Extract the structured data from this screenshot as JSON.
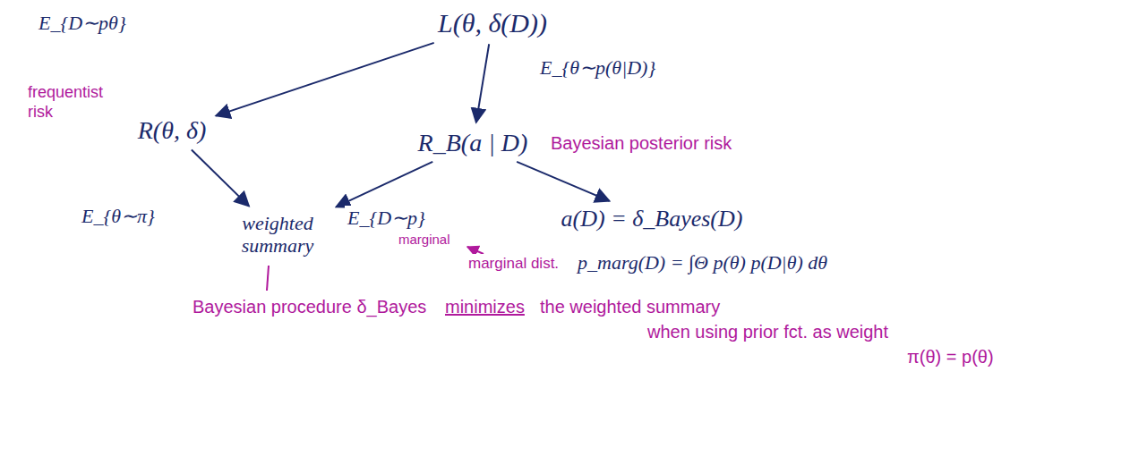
{
  "diagram": {
    "nodes": [
      {
        "text": [
          "L(θ, δ(D))"
        ]
      },
      {
        "text": [
          "R(θ, δ)"
        ]
      },
      {
        "text": [
          "R_B(a | D)"
        ]
      },
      {
        "text": [
          "weighted summary"
        ]
      },
      {
        "text": [
          "a(D) = δ_Bayes(D)"
        ]
      }
    ],
    "edges": [
      {
        "from": 0,
        "to": 1,
        "arrow": "to",
        "label": "E_{D∼pθ}"
      },
      {
        "from": 0,
        "to": 2,
        "arrow": "to",
        "label": "E_{θ∼p(θ|D)}"
      },
      {
        "from": 1,
        "to": 3,
        "arrow": "to",
        "label": "E_{θ∼π}"
      },
      {
        "from": 2,
        "to": 3,
        "arrow": "to",
        "label": "E_{D∼p}"
      },
      {
        "from": 2,
        "to": 4,
        "arrow": "to"
      }
    ],
    "labels": [
      "frequentist risk",
      "Bayesian posterior risk",
      "marginal",
      "marginal dist.",
      "p_marg(D) = ∫Θ p(θ) p(D|θ) dθ",
      "Bayesian procedure δ_Bayes",
      "minimizes",
      "the weighted summary",
      "when using prior fct. as weight",
      "π(θ) = p(θ)"
    ]
  }
}
